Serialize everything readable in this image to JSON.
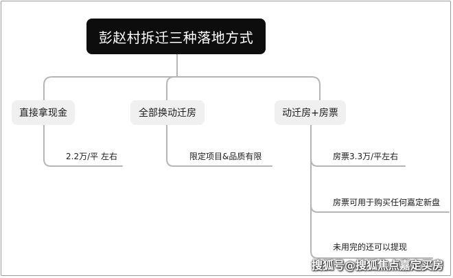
{
  "diagram": {
    "root": {
      "label": "彭赵村拆迁三种落地方式"
    },
    "topics": [
      {
        "label": "直接拿现金",
        "children": [
          "2.2万/平 左右"
        ]
      },
      {
        "label": "全部换动迁房",
        "children": [
          "限定项目&品质有限"
        ]
      },
      {
        "label": "动迁房+房票",
        "children": [
          "房票3.3万/平左右",
          "房票可用于购买任何嘉定新盘",
          "未用完的还可以提现"
        ]
      }
    ]
  },
  "watermark": {
    "text": "搜狐号@搜狐焦点嘉定买房"
  },
  "colors": {
    "root_bg": "#0d0d0d",
    "topic_bg": "#f0f0f0",
    "connector": "#b5b5b5"
  }
}
